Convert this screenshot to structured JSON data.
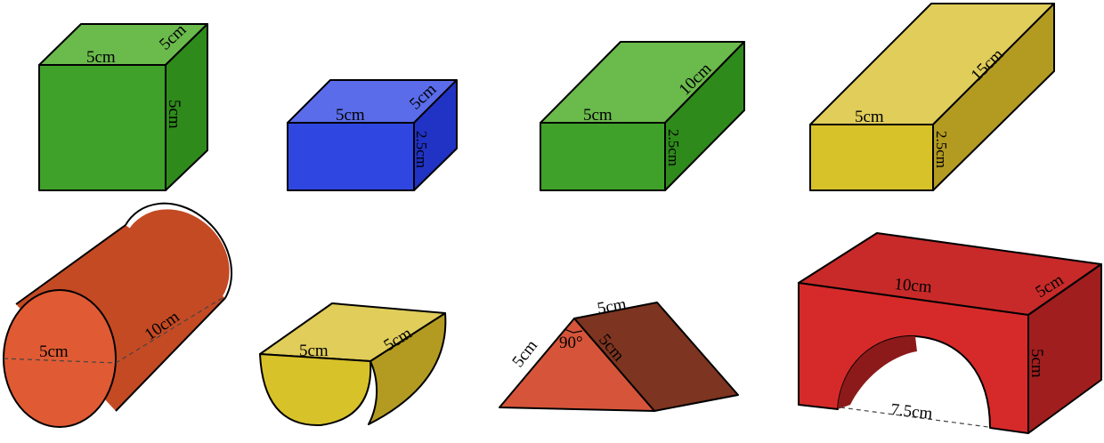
{
  "colors": {
    "green": "#3fa12a",
    "green_top": "#6aba4c",
    "green_side": "#2f8a1c",
    "blue": "#2f47e0",
    "blue_top": "#5a6cea",
    "blue_side": "#2033c4",
    "yellow": "#d8c22a",
    "yellow_top": "#e0cd5a",
    "yellow_side": "#b39b22",
    "orange": "#e05a34",
    "orange_side": "#c44a24",
    "tri_front": "#d6553a",
    "tri_side": "#7d3420",
    "red": "#d62a2a",
    "red_top": "#c82a2a",
    "red_side": "#a01e1e"
  },
  "blocks": {
    "cube": {
      "width": "5cm",
      "depth": "5cm",
      "height": "5cm"
    },
    "blue_block": {
      "width": "5cm",
      "depth": "5cm",
      "height": "2.5cm"
    },
    "green_slab": {
      "width": "5cm",
      "depth": "10cm",
      "height": "2.5cm"
    },
    "yellow_slab": {
      "width": "5cm",
      "depth": "15cm",
      "height": "2.5cm"
    },
    "cylinder": {
      "diameter": "5cm",
      "length": "10cm"
    },
    "half_cylinder": {
      "width": "5cm",
      "length": "5cm"
    },
    "prism": {
      "side_left": "5cm",
      "angle": "90°",
      "side_right": "5cm",
      "length": "5cm"
    },
    "arch": {
      "width": "10cm",
      "depth": "5cm",
      "height": "5cm",
      "opening": "7.5cm"
    }
  }
}
